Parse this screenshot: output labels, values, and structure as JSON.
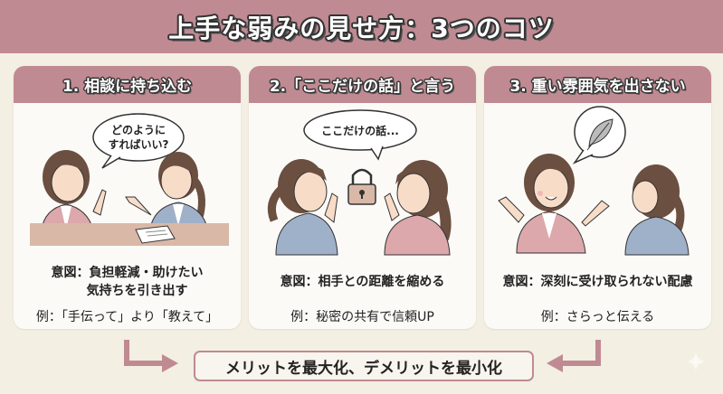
{
  "title": "上手な弱みの見せ方：3つのコツ",
  "colors": {
    "accent": "#c08a93",
    "background": "#f3efe3",
    "panel": "#fbfaf7",
    "text": "#222222",
    "pink_jacket": "#dca8ab",
    "blue_jacket": "#9fb0c9",
    "hair": "#6b4f40",
    "table": "#d9b8a7"
  },
  "panels": [
    {
      "header": "1. 相談に持ち込む",
      "speech": [
        "どのように",
        "すればいい?"
      ],
      "intent_line1": "意図：負担軽減・助けたい",
      "intent_line2": "気持ちを引き出す",
      "example": "例：「手伝って」より「教えて」",
      "icons": [
        "speech-bubble-icon",
        "document-icon"
      ]
    },
    {
      "header": "2.「ここだけの話」と言う",
      "speech": [
        "ここだけの話..."
      ],
      "intent_line1": "意図：相手との距離を縮める",
      "example": "例：秘密の共有で信頼UP",
      "icons": [
        "speech-bubble-icon",
        "padlock-icon"
      ]
    },
    {
      "header": "3. 重い雰囲気を出さない",
      "speech": [],
      "intent_line1": "意図：深刻に受け取られない配慮",
      "example": "例：さらっと伝える",
      "icons": [
        "speech-bubble-icon",
        "feather-icon"
      ]
    }
  ],
  "conclusion": "メリットを最大化、デメリットを最小化",
  "decorations": [
    "arrow-right-icon",
    "arrow-left-icon",
    "sparkle-icon"
  ]
}
